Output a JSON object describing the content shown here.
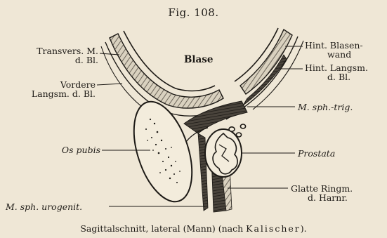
{
  "figure": {
    "title": "Fig. 108.",
    "caption_main": "Sagittalschnitt, lateral (Mann) (nach",
    "caption_author": "Kalischer",
    "caption_end": ")."
  },
  "labels": {
    "transvers": [
      "Transvers. M.",
      "d. Bl."
    ],
    "vordere": [
      "Vordere",
      "Langsm. d. Bl."
    ],
    "os_pubis": "Os pubis",
    "m_sph_urogenit": "M. sph. urogenit.",
    "blase": "Blase",
    "hint_blasenwand": [
      "Hint. Blasen-",
      "wand"
    ],
    "hint_langsm": [
      "Hint. Langsm.",
      "d. Bl."
    ],
    "m_sph_trig": "M. sph.-trig.",
    "prostata": "Prostata",
    "glatte_ringm": [
      "Glatte Ringm.",
      "d. Harnr."
    ]
  },
  "colors": {
    "paper": "#efe7d6",
    "ink": "#1d1a16",
    "hatch": "#6c655a"
  }
}
